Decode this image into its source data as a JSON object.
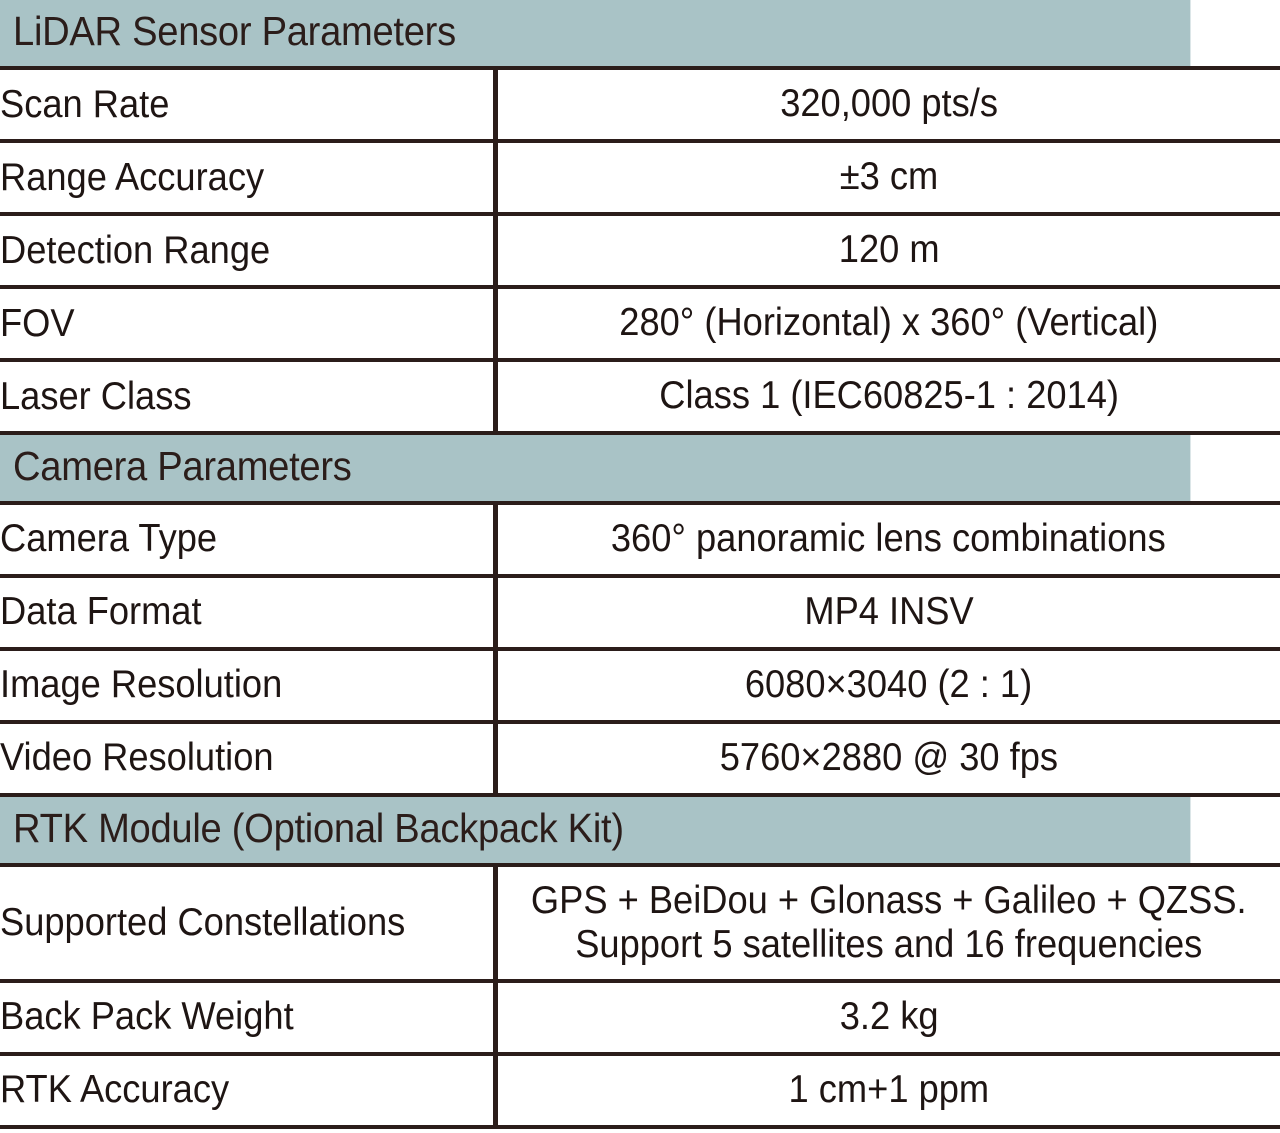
{
  "document": {
    "type": "specification-table",
    "accent_header_color": "#a9c3c6",
    "rule_color": "#2b1d1a",
    "text_color": "#1e1513"
  },
  "sections": [
    {
      "title": "LiDAR Sensor Parameters",
      "rows": [
        {
          "label": "Scan Rate",
          "value": "320,000 pts/s"
        },
        {
          "label": "Range Accuracy",
          "value": "±3 cm"
        },
        {
          "label": "Detection Range",
          "value": "120 m"
        },
        {
          "label": "FOV",
          "value": "280° (Horizontal) x 360° (Vertical)"
        },
        {
          "label": "Laser Class",
          "value": "Class 1 (IEC60825-1 : 2014)"
        }
      ]
    },
    {
      "title": "Camera Parameters",
      "rows": [
        {
          "label": "Camera Type",
          "value": "360° panoramic lens combinations"
        },
        {
          "label": "Data Format",
          "value": "MP4 INSV"
        },
        {
          "label": "Image Resolution",
          "value": "6080×3040 (2 : 1)"
        },
        {
          "label": "Video Resolution",
          "value": "5760×2880 @ 30 fps"
        }
      ]
    },
    {
      "title": "RTK Module (Optional Backpack Kit)",
      "rows": [
        {
          "label": "Supported Constellations",
          "value": "GPS + BeiDou + Glonass + Galileo + QZSS.\nSupport 5 satellites and 16 frequencies",
          "tall": true
        },
        {
          "label": "Back Pack Weight",
          "value": "3.2 kg"
        },
        {
          "label": "RTK Accuracy",
          "value": "1 cm+1 ppm"
        }
      ]
    }
  ]
}
